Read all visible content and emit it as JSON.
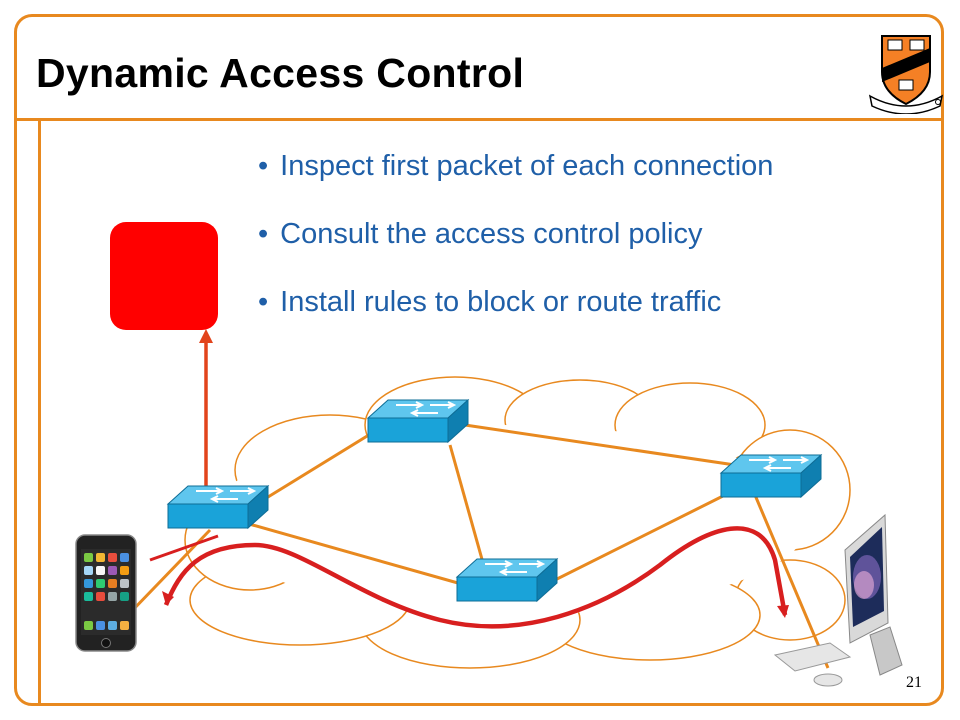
{
  "slide": {
    "title": "Dynamic Access Control",
    "page_number": "21"
  },
  "bullets": [
    "Inspect first packet of each connection",
    "Consult the access control policy",
    "Install rules to block or route traffic"
  ],
  "diagram": {
    "nodes": [
      {
        "name": "access-control-controller",
        "icon": "red-rounded-square"
      },
      {
        "name": "network-switch-left",
        "icon": "switch-icon"
      },
      {
        "name": "network-switch-top",
        "icon": "switch-icon"
      },
      {
        "name": "network-switch-bottom",
        "icon": "switch-icon"
      },
      {
        "name": "network-switch-right",
        "icon": "switch-icon"
      },
      {
        "name": "smartphone",
        "icon": "phone-icon"
      },
      {
        "name": "desktop-computer",
        "icon": "desktop-icon"
      }
    ],
    "colors": {
      "frame": "#e8891f",
      "link": "#e8891f",
      "cloud_outline": "#e8891f",
      "controller": "#ff0000",
      "path_arrow": "#d81f1f",
      "switch": "#1aa3d9",
      "bullet_text": "#1f5fa8"
    }
  }
}
